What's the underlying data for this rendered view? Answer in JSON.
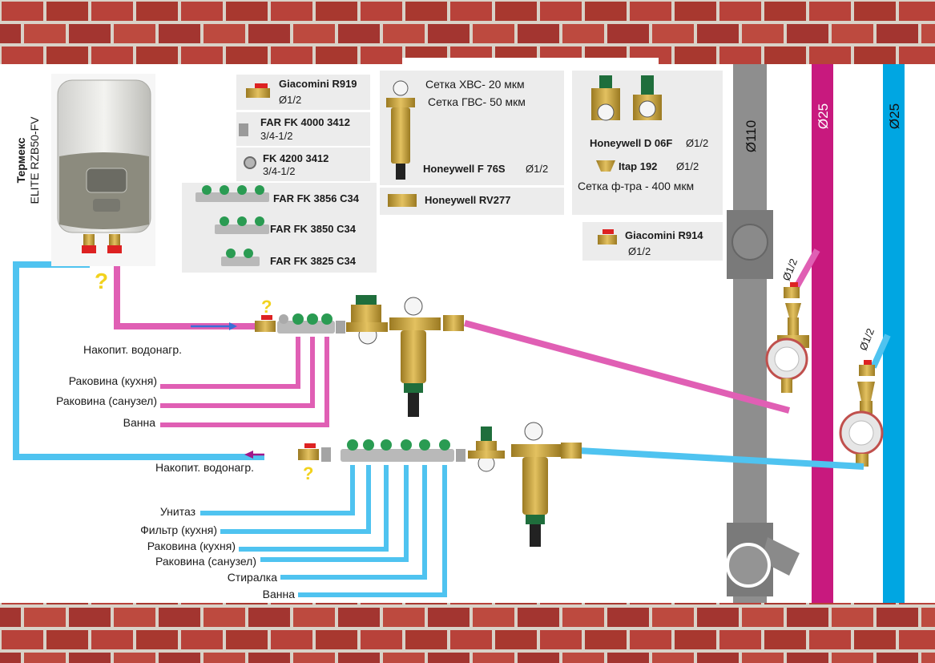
{
  "colors": {
    "hot_pipe": "#e05fb4",
    "cold_pipe": "#4fc3f0",
    "riser_hot": "#c8197e",
    "riser_cold": "#00a6e2",
    "sewer_pipe": "#8e8e8e",
    "brick": "#b8423a",
    "mortar": "#d9d2c8",
    "panel": "#ececec",
    "question": "#f2d21d",
    "brass": "#c9a43d"
  },
  "boiler": {
    "title": "Термекс",
    "model": "ELITE RZB50-FV"
  },
  "risers": [
    {
      "label": "Ø110",
      "kind": "sewer"
    },
    {
      "label": "Ø25",
      "kind": "hot"
    },
    {
      "label": "Ø25",
      "kind": "cold"
    }
  ],
  "riser_branches": [
    {
      "label": "Ø1/2",
      "kind": "hot"
    },
    {
      "label": "Ø1/2",
      "kind": "cold"
    }
  ],
  "catalog": {
    "giacomini_r919": {
      "name": "Giacomini R919",
      "size": "Ø1/2"
    },
    "far_fk4000": {
      "name": "FAR FK 4000 3412",
      "size": "3/4-1/2"
    },
    "fk4200": {
      "name": "FK 4200 3412",
      "size": "3/4-1/2"
    },
    "far_fk3856": "FAR FK 3856 C34",
    "far_fk3850": "FAR FK 3850 C34",
    "far_fk3825": "FAR FK 3825 C34",
    "mesh_cold": "Сетка ХВС- 20 мкм",
    "mesh_hot": "Сетка ГВС- 50 мкм",
    "honeywell_f76s": {
      "name": "Honeywell F 76S",
      "size": "Ø1/2"
    },
    "honeywell_rv277": "Honeywell RV277",
    "honeywell_d06f": {
      "name": "Honeywell D 06F",
      "size": "Ø1/2"
    },
    "itap192": {
      "name": "Itap 192",
      "size": "Ø1/2"
    },
    "mesh_filter": "Сетка ф-тра - 400 мкм",
    "giacomini_r914": {
      "name": "Giacomini R914",
      "size": "Ø1/2"
    }
  },
  "hot_line": {
    "heater_label": "Накопит. водонагр.",
    "outlets": [
      "Раковина (кухня)",
      "Раковина (санузел)",
      "Ванна"
    ]
  },
  "cold_line": {
    "heater_label": "Накопит. водонагр.",
    "outlets": [
      "Унитаз",
      "Фильтр (кухня)",
      "Раковина (кухня)",
      "Раковина (санузел)",
      "Стиралка",
      "Ванна"
    ]
  },
  "question_mark": "?"
}
